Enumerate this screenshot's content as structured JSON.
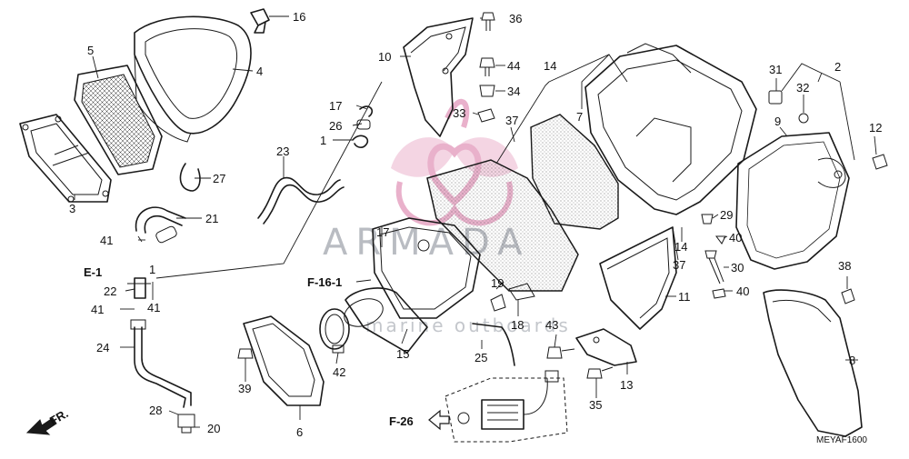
{
  "diagram_code": "MEYAF1600",
  "watermark": {
    "brand": "ARMADA",
    "tagline": "marine outboards",
    "logo_color": "#e7a9c6"
  },
  "references": {
    "e1": "E-1",
    "f16_1": "F-16-1",
    "f26": "F-26",
    "front": "FR."
  },
  "callouts": {
    "c1": "1",
    "c1b": "1",
    "c2": "2",
    "c3": "3",
    "c4": "4",
    "c5": "5",
    "c6": "6",
    "c7": "7",
    "c8": "8",
    "c9": "9",
    "c10": "10",
    "c11": "11",
    "c12": "12",
    "c13": "13",
    "c14": "14",
    "c14b": "14",
    "c15": "15",
    "c16": "16",
    "c17": "17",
    "c17b": "17",
    "c18": "18",
    "c19": "19",
    "c20": "20",
    "c21": "21",
    "c22": "22",
    "c23": "23",
    "c24": "24",
    "c25": "25",
    "c26": "26",
    "c27": "27",
    "c28": "28",
    "c29": "29",
    "c30": "30",
    "c31": "31",
    "c32": "32",
    "c33": "33",
    "c34": "34",
    "c35": "35",
    "c36": "36",
    "c37": "37",
    "c37b": "37",
    "c38": "38",
    "c39": "39",
    "c40": "40",
    "c40b": "40",
    "c41": "41",
    "c41b": "41",
    "c41c": "41",
    "c42": "42",
    "c43": "43",
    "c44": "44"
  }
}
